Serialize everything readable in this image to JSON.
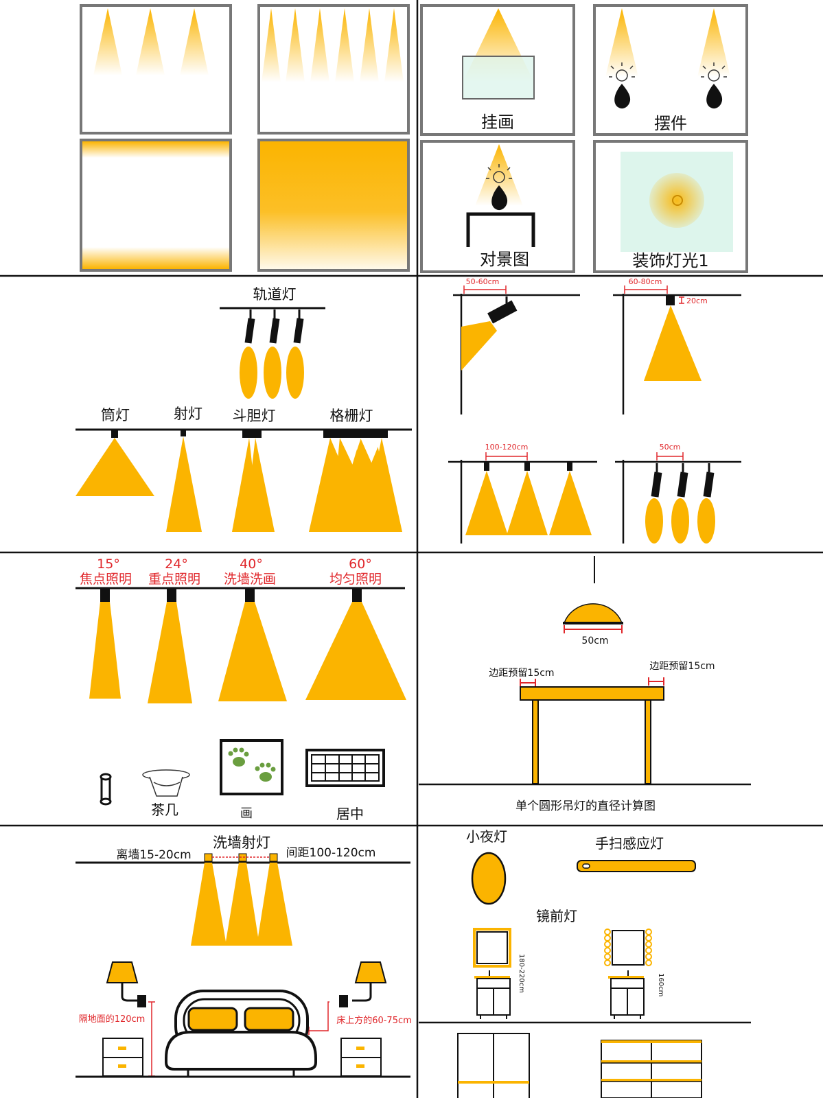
{
  "colors": {
    "amber": "#FBB400",
    "amber_light": "#FCD56A",
    "ink": "#111111",
    "red_dim": "#E0262A",
    "mint": "#DDF5EC",
    "frame_gray": "#777777"
  },
  "icons": [
    "bulb-icon",
    "track-spot-icon",
    "painting-icon",
    "paw-icon",
    "grid-window-icon",
    "coffee-table-icon",
    "wall-lamp-icon",
    "bed-icon",
    "nightstand-icon",
    "mirror-icon",
    "sink-cabinet-icon",
    "pendant-lamp-icon",
    "dining-table-icon"
  ],
  "panel_top_right": {
    "hanging_painting": "挂画",
    "ornament": "摆件",
    "focal_view": "对景图",
    "decor_light": "装饰灯光1"
  },
  "panel_light_types": {
    "track": "轨道灯",
    "downlight": "筒灯",
    "spotlight": "射灯",
    "bucket": "斗胆灯",
    "grille": "格栅灯"
  },
  "panel_distances": {
    "wall_gap_a": "50-60cm",
    "wall_gap_b": "60-80cm",
    "drop": "20cm",
    "spacing_a": "100-120cm",
    "spacing_b": "50cm"
  },
  "panel_beam_angles": {
    "items": [
      {
        "angle": "15°",
        "name": "焦点照明"
      },
      {
        "angle": "24°",
        "name": "重点照明"
      },
      {
        "angle": "40°",
        "name": "洗墙洗画"
      },
      {
        "angle": "60°",
        "name": "均匀照明"
      }
    ],
    "objects": {
      "table": "茶几",
      "painting": "画",
      "center": "居中"
    }
  },
  "panel_pendant": {
    "diameter": "50cm",
    "margin_left": "边距预留15cm",
    "margin_right": "边距预留15cm",
    "caption": "单个圆形吊灯的直径计算图"
  },
  "panel_wall_wash": {
    "title": "洗墙射灯",
    "wall_gap": "离墙15-20cm",
    "spacing": "间距100-120cm",
    "floor_height": "隔地面的120cm",
    "bed_height": "床上方的60-75cm"
  },
  "panel_small_lights": {
    "night": "小夜灯",
    "sweep": "手扫感应灯",
    "mirror": "镜前灯",
    "height_a": "180-220cm",
    "height_b": "160cm"
  }
}
